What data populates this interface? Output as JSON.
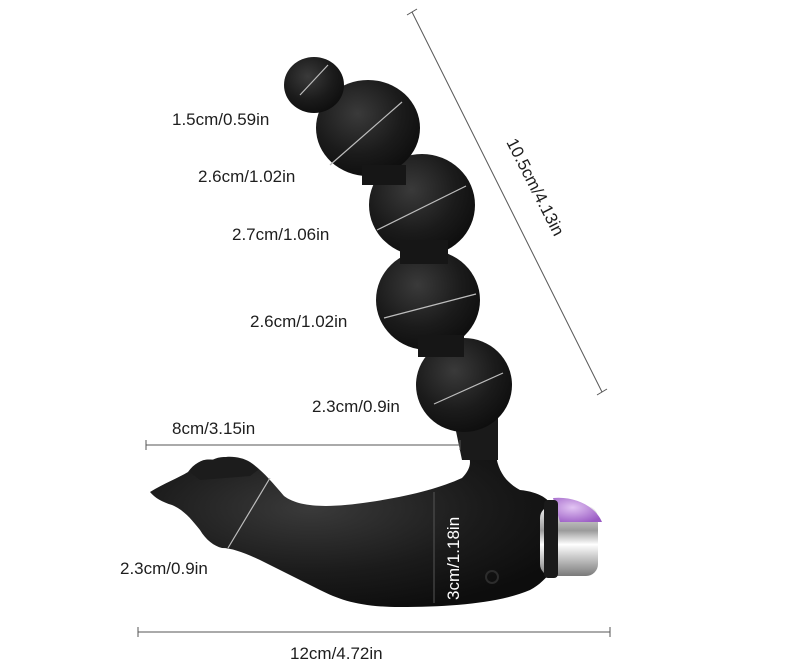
{
  "product": {
    "body_color": "#1a1a1a",
    "cap_color": "#b77bd6",
    "chrome_color": "#c8c8c8"
  },
  "dimensions": {
    "tip": "1.5cm/0.59in",
    "bead_1": "2.6cm/1.02in",
    "bead_2": "2.7cm/1.06in",
    "bead_3": "2.6cm/1.02in",
    "bead_4": "2.3cm/0.9in",
    "shaft_length": "10.5cm/4.13in",
    "arm_length": "8cm/3.15in",
    "base_height": "3cm/1.18in",
    "arm_tip_width": "2.3cm/0.9in",
    "total_length": "12cm/4.72in"
  }
}
